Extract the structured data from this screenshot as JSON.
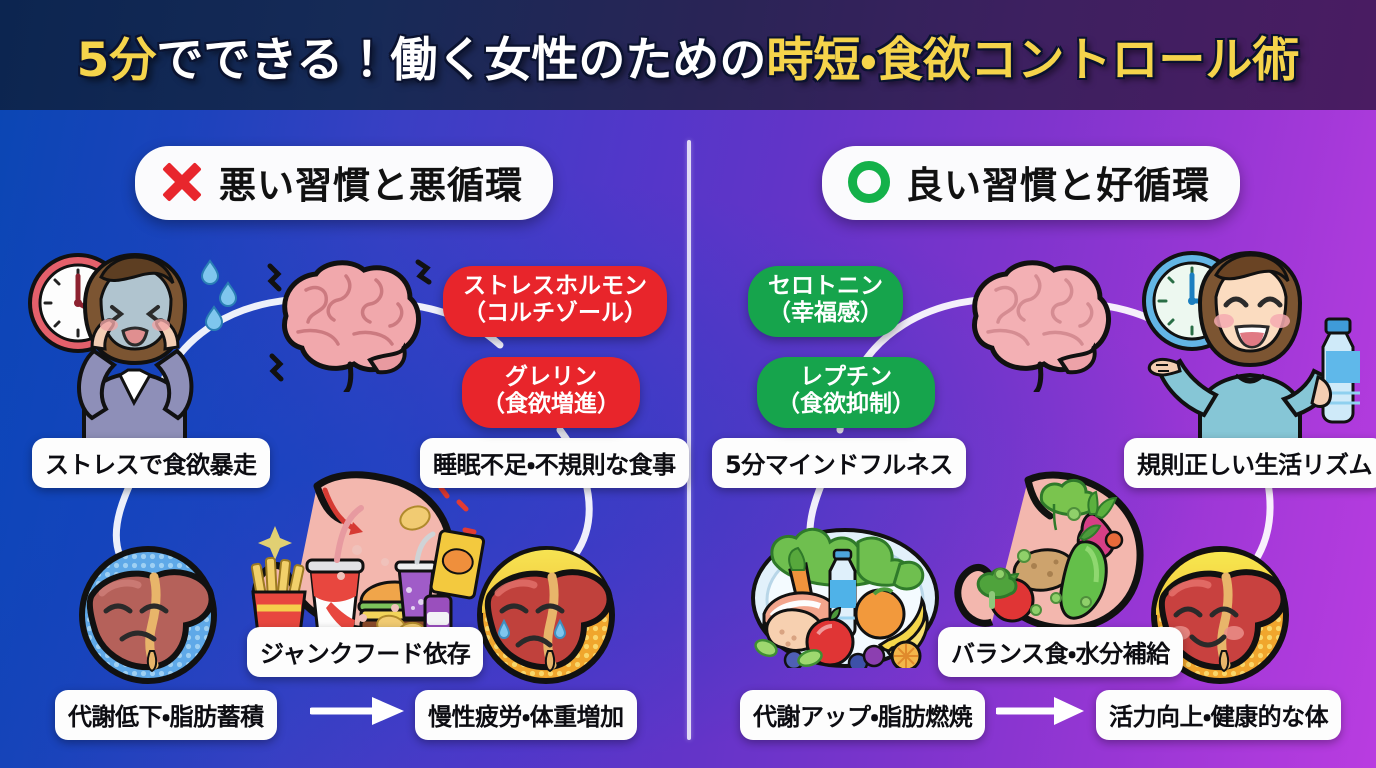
{
  "header": {
    "title_part1": "5分",
    "title_part2": "でできる！働く女性のための",
    "title_part3": "時短・食欲コントロール術",
    "bg_from": "#0c2550",
    "bg_to": "#4a1c62"
  },
  "panels": {
    "left": {
      "badge_icon": "cross-mark-icon",
      "badge_label": "悪い習慣と悪循環",
      "accent": "#e8262d",
      "pills": [
        {
          "line1": "ストレスホルモン",
          "line2": "（コルチゾール）",
          "color": "#e8252b"
        },
        {
          "line1": "グレリン",
          "line2": "（食欲増進）",
          "color": "#e8252b"
        }
      ],
      "captions": {
        "stress": "ストレスで食欲暴走",
        "sleep": "睡眠不足・不規則な食事",
        "junk": "ジャンクフード依存",
        "metabolism": "代謝低下・脂肪蓄積",
        "result": "慢性疲労・体重増加"
      },
      "art": {
        "person": "stressed-woman-illustration",
        "clock": "red-wall-clock-illustration",
        "brain": "stressed-brain-illustration",
        "stomach": "stomach-with-junk-food-illustration",
        "liver_left": "sad-liver-illustration",
        "liver_right": "crying-liver-illustration"
      }
    },
    "right": {
      "badge_icon": "circle-mark-icon",
      "badge_label": "良い習慣と好循環",
      "accent": "#14b14a",
      "pills": [
        {
          "line1": "セロトニン",
          "line2": "（幸福感）",
          "color": "#16a44c"
        },
        {
          "line1": "レプチン",
          "line2": "（食欲抑制）",
          "color": "#16a44c"
        }
      ],
      "captions": {
        "mindfulness": "5分マインドフルネス",
        "rhythm": "規則正しい生活リズム",
        "balance": "バランス食・水分補給",
        "metabolism": "代謝アップ・脂肪燃焼",
        "result": "活力向上・健康的な体"
      },
      "art": {
        "person": "happy-woman-with-water-bottle-illustration",
        "clock": "blue-wall-clock-illustration",
        "brain": "calm-brain-illustration",
        "stomach": "stomach-with-vegetables-illustration",
        "plate": "healthy-food-plate-illustration",
        "liver": "happy-liver-illustration"
      }
    }
  }
}
